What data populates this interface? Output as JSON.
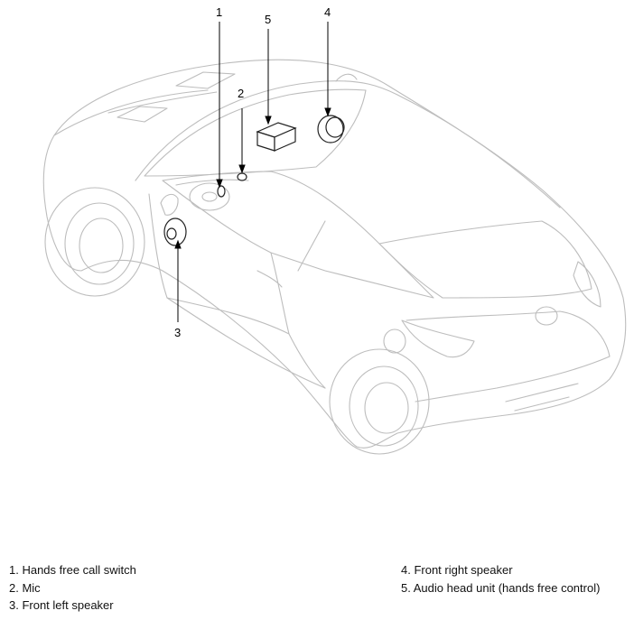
{
  "callouts": [
    {
      "number": "1"
    },
    {
      "number": "2"
    },
    {
      "number": "3"
    },
    {
      "number": "4"
    },
    {
      "number": "5"
    }
  ],
  "legend": {
    "left": [
      "1. Hands free call switch",
      "2. Mic",
      "3. Front left speaker"
    ],
    "right": [
      "4. Front right speaker",
      "5. Audio head unit (hands free control)"
    ]
  },
  "colors": {
    "body_lines": "#bdbdbd",
    "callout_lines": "#000000"
  }
}
